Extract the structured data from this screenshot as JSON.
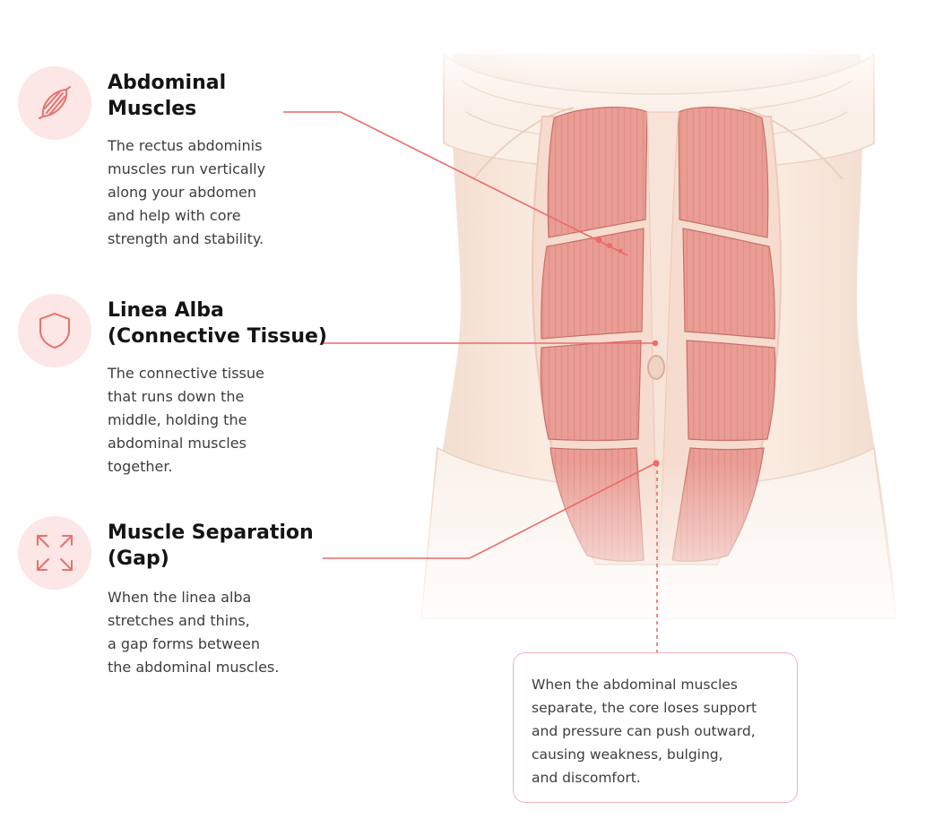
{
  "items": [
    {
      "title_line1": "Abdominal",
      "title_line2": "Muscles",
      "desc_lines": [
        "The rectus abdominis",
        "muscles run vertically",
        "along your abdomen",
        "and help with core",
        "strength and stability."
      ],
      "icon": "muscle-fiber-icon"
    },
    {
      "title_line1": "Linea Alba",
      "title_line2": "(Connective Tissue)",
      "desc_lines": [
        "The connective tissue",
        "that runs down the",
        "middle, holding the",
        "abdominal muscles",
        "together."
      ],
      "icon": "shield-icon"
    },
    {
      "title_line1": "Muscle Separation",
      "title_line2": "(Gap)",
      "desc_lines": [
        "When the linea alba",
        "stretches and thins,",
        "a gap forms between",
        "the abdominal muscles."
      ],
      "icon": "expand-arrows-icon"
    }
  ],
  "callout": {
    "lines": [
      "When the abdominal muscles",
      "separate, the core loses support",
      "and pressure can push outward,",
      "causing weakness, bulging,",
      "and discomfort."
    ]
  },
  "colors": {
    "accent": "#e8706e",
    "icon_bg": "#fde6e6",
    "skin": "#f9e7da",
    "muscle": "#e89890"
  }
}
